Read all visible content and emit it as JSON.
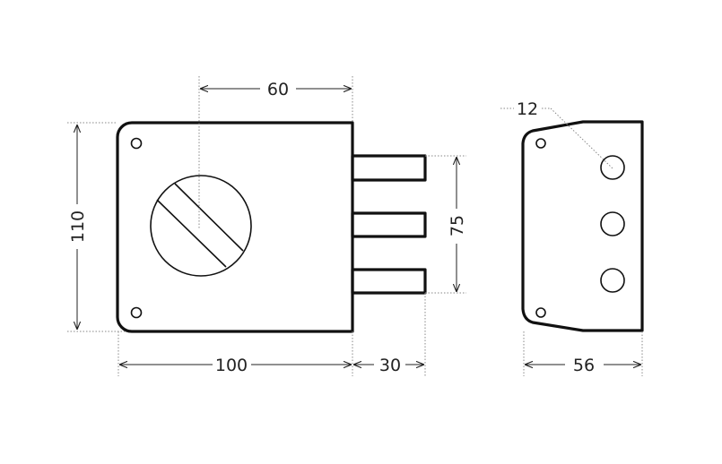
{
  "diagram": {
    "front_view": {
      "dim_key_offset": "60",
      "dim_height": "110",
      "dim_width": "100",
      "dim_bolt_length": "30",
      "dim_bolt_span": "75"
    },
    "side_view": {
      "dim_hole_diameter": "12",
      "dim_depth": "56"
    },
    "colors": {
      "line": "#111111",
      "background": "#ffffff"
    }
  }
}
